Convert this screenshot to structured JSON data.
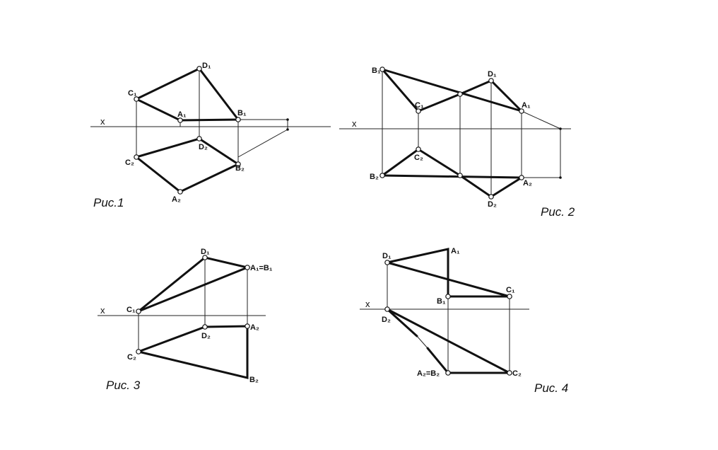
{
  "figures": [
    {
      "caption": "Рис.1",
      "axis_label": "x",
      "points": {
        "D1": "D₁",
        "C1": "C₁",
        "A1": "A₁",
        "B1": "B₁",
        "D2": "D₂",
        "C2": "C₂",
        "B2": "B₂",
        "A2": "A₂"
      }
    },
    {
      "caption": "Рис. 2",
      "axis_label": "x",
      "points": {
        "B1": "B₁",
        "D1": "D₁",
        "C1": "C₁",
        "A1": "A₁",
        "C2": "C₂",
        "B2": "B₂",
        "A2": "A₂",
        "D2": "D₂"
      }
    },
    {
      "caption": "Рис. 3",
      "axis_label": "x",
      "points": {
        "D1": "D₁",
        "A1B1": "A₁=B₁",
        "C1": "C₁",
        "A2": "A₂",
        "D2": "D₂",
        "C2": "C₂",
        "B2": "B₂"
      }
    },
    {
      "caption": "Рис. 4",
      "axis_label": "x",
      "points": {
        "D1": "D₁",
        "A1": "A₁",
        "C1": "C₁",
        "B1": "B₁",
        "D2": "D₂",
        "A2B2": "A₂=B₂",
        "C2": "C₂"
      }
    }
  ]
}
